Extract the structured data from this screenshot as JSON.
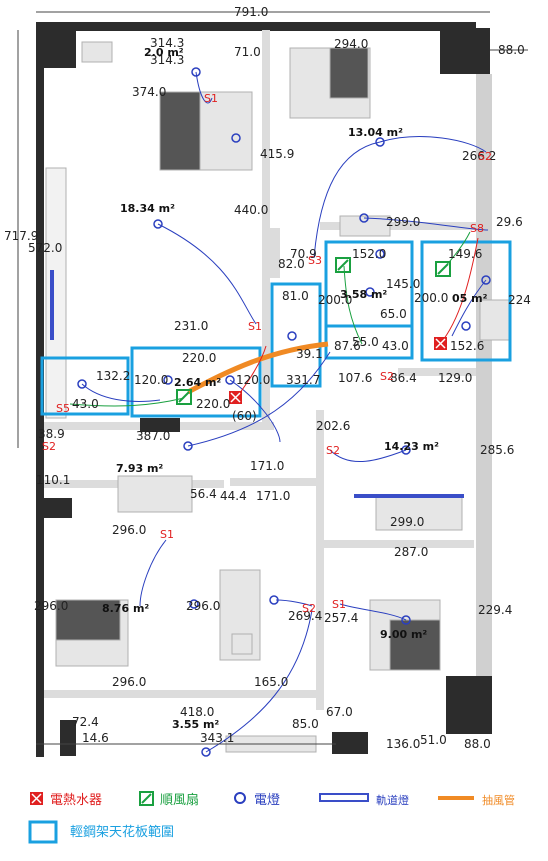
{
  "dimensions": {
    "top_total": "791.0",
    "top_right": "88.0",
    "left_total": "717.9",
    "d_314_a": "314.3",
    "d_314_b": "314.3",
    "d_71": "71.0",
    "d_294": "294.0",
    "d_374": "374.0",
    "d_415": "415.9",
    "d_440": "440.0",
    "d_572": "572.0",
    "d_266": "266.2",
    "d_299_a": "299.0",
    "d_29_6": "29.6",
    "d_70_9": "70.9",
    "d_82": "82.0",
    "d_152": "152.0",
    "d_149_6": "149.6",
    "d_81": "81.0",
    "d_200_a": "200.0",
    "d_145": "145.0",
    "d_200_b": "200.0",
    "d_224": "224",
    "d_231": "231.0",
    "d_65": "65.0",
    "d_220": "220.0",
    "d_87": "87.6",
    "d_55": "55.0",
    "d_43_a": "43.0",
    "d_152_6": "152.6",
    "d_132": "132.2",
    "d_120_a": "120.0",
    "d_120_b": "120.0",
    "d_39_1": "39.1",
    "d_331_7": "331.7",
    "d_107_6": "107.6",
    "d_86_4": "86.4",
    "d_129": "129.0",
    "d_43_b": "43.0",
    "d_220_b": "220.0",
    "d_60": "(60)",
    "d_387": "387.0",
    "d_38_9": "38.9",
    "d_202_6": "202.6",
    "d_285_6": "285.6",
    "d_110_1": "110.1",
    "d_171_a": "171.0",
    "d_56_4": "56.4",
    "d_44_4": "44.4",
    "d_171_b": "171.0",
    "d_299_b": "299.0",
    "d_296_a": "296.0",
    "d_287": "287.0",
    "d_296_b": "296.0",
    "d_296_c": "296.0",
    "d_269_4": "269.4",
    "d_257_4": "257.4",
    "d_229_4": "229.4",
    "d_296_d": "296.0",
    "d_165": "165.0",
    "d_418": "418.0",
    "d_67": "67.0",
    "d_72_4": "72.4",
    "d_85": "85.0",
    "d_14_6": "14.6",
    "d_343_1": "343.1",
    "d_136": "136.0",
    "d_51": "51.0",
    "d_88_b": "88.0"
  },
  "areas": {
    "a_2m": "2.0 m²",
    "a_13_04": "13.04 m²",
    "a_18_34": "18.34 m²",
    "a_3_58": "3.58 m²",
    "a_05": "05 m²",
    "a_2_64": "2.64 m²",
    "a_14_23": "14.23 m²",
    "a_7_93": "7.93 m²",
    "a_8_76": "8.76 m²",
    "a_9_00": "9.00 m²",
    "a_3_55": "3.55 m²"
  },
  "switches": {
    "s1_a": "S1",
    "s2_a": "S2",
    "s1_b": "S1",
    "s3": "S3",
    "s2_b": "S2",
    "s5": "S5",
    "s8": "S8",
    "s2_c": "S2",
    "s2_d": "S2",
    "s1_c": "S1",
    "s2_e": "S2",
    "s1_d": "S1"
  },
  "legend": {
    "water_heater": "電熱水器",
    "exhaust_fan": "順風扇",
    "light": "電燈",
    "track_light": "軌道燈",
    "exhaust_pipe": "抽風管",
    "ceiling_frame": "輕鋼架天花板範圍"
  },
  "colors": {
    "heater_red": "#e02020",
    "fan_green": "#1aa040",
    "light_blue": "#2a3fbf",
    "track_blue": "#3a4ec8",
    "pipe_orange": "#f08a24",
    "ceiling_cyan": "#1aa0e0",
    "wall_dark": "#2c2c2c"
  }
}
